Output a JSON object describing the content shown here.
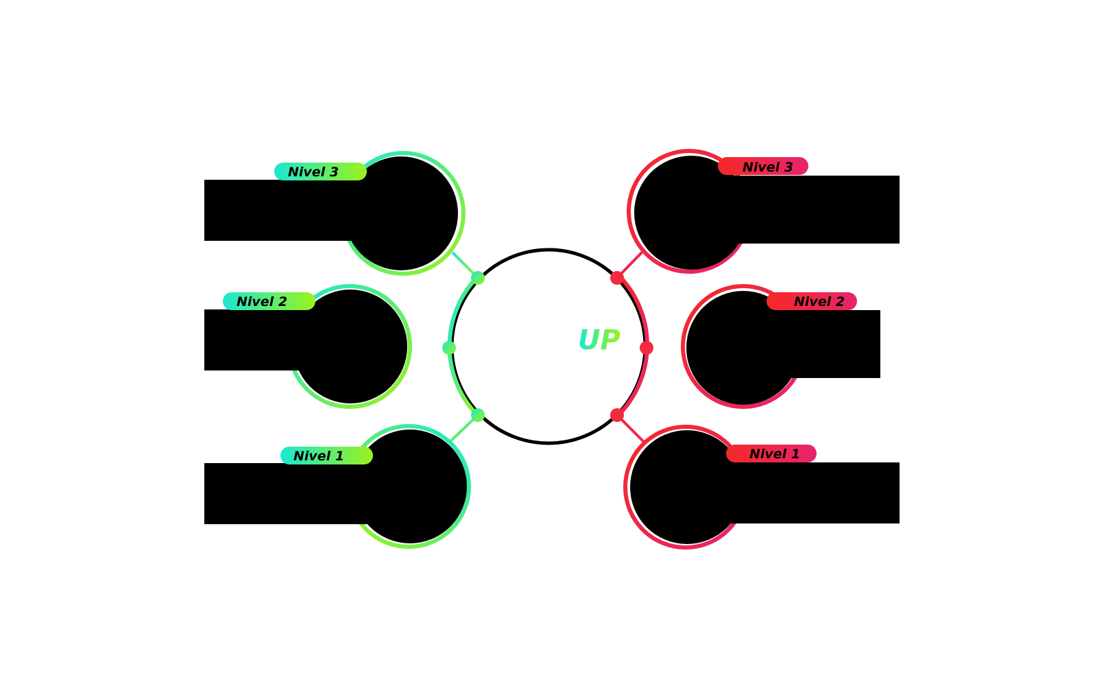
{
  "diagram": {
    "logo_text": "UP",
    "colors": {
      "green_start": "#19e7d2",
      "green_end": "#9cf21b",
      "red_start": "#f52929",
      "red_end": "#e8246b",
      "black": "#000000",
      "white": "#ffffff"
    },
    "left_levels": [
      {
        "label": "Nivel 3"
      },
      {
        "label": "Nivel 2"
      },
      {
        "label": "Nivel 1"
      }
    ],
    "right_levels": [
      {
        "label": "Nivel 3"
      },
      {
        "label": "Nivel 2"
      },
      {
        "label": "Nivel 1"
      }
    ]
  }
}
